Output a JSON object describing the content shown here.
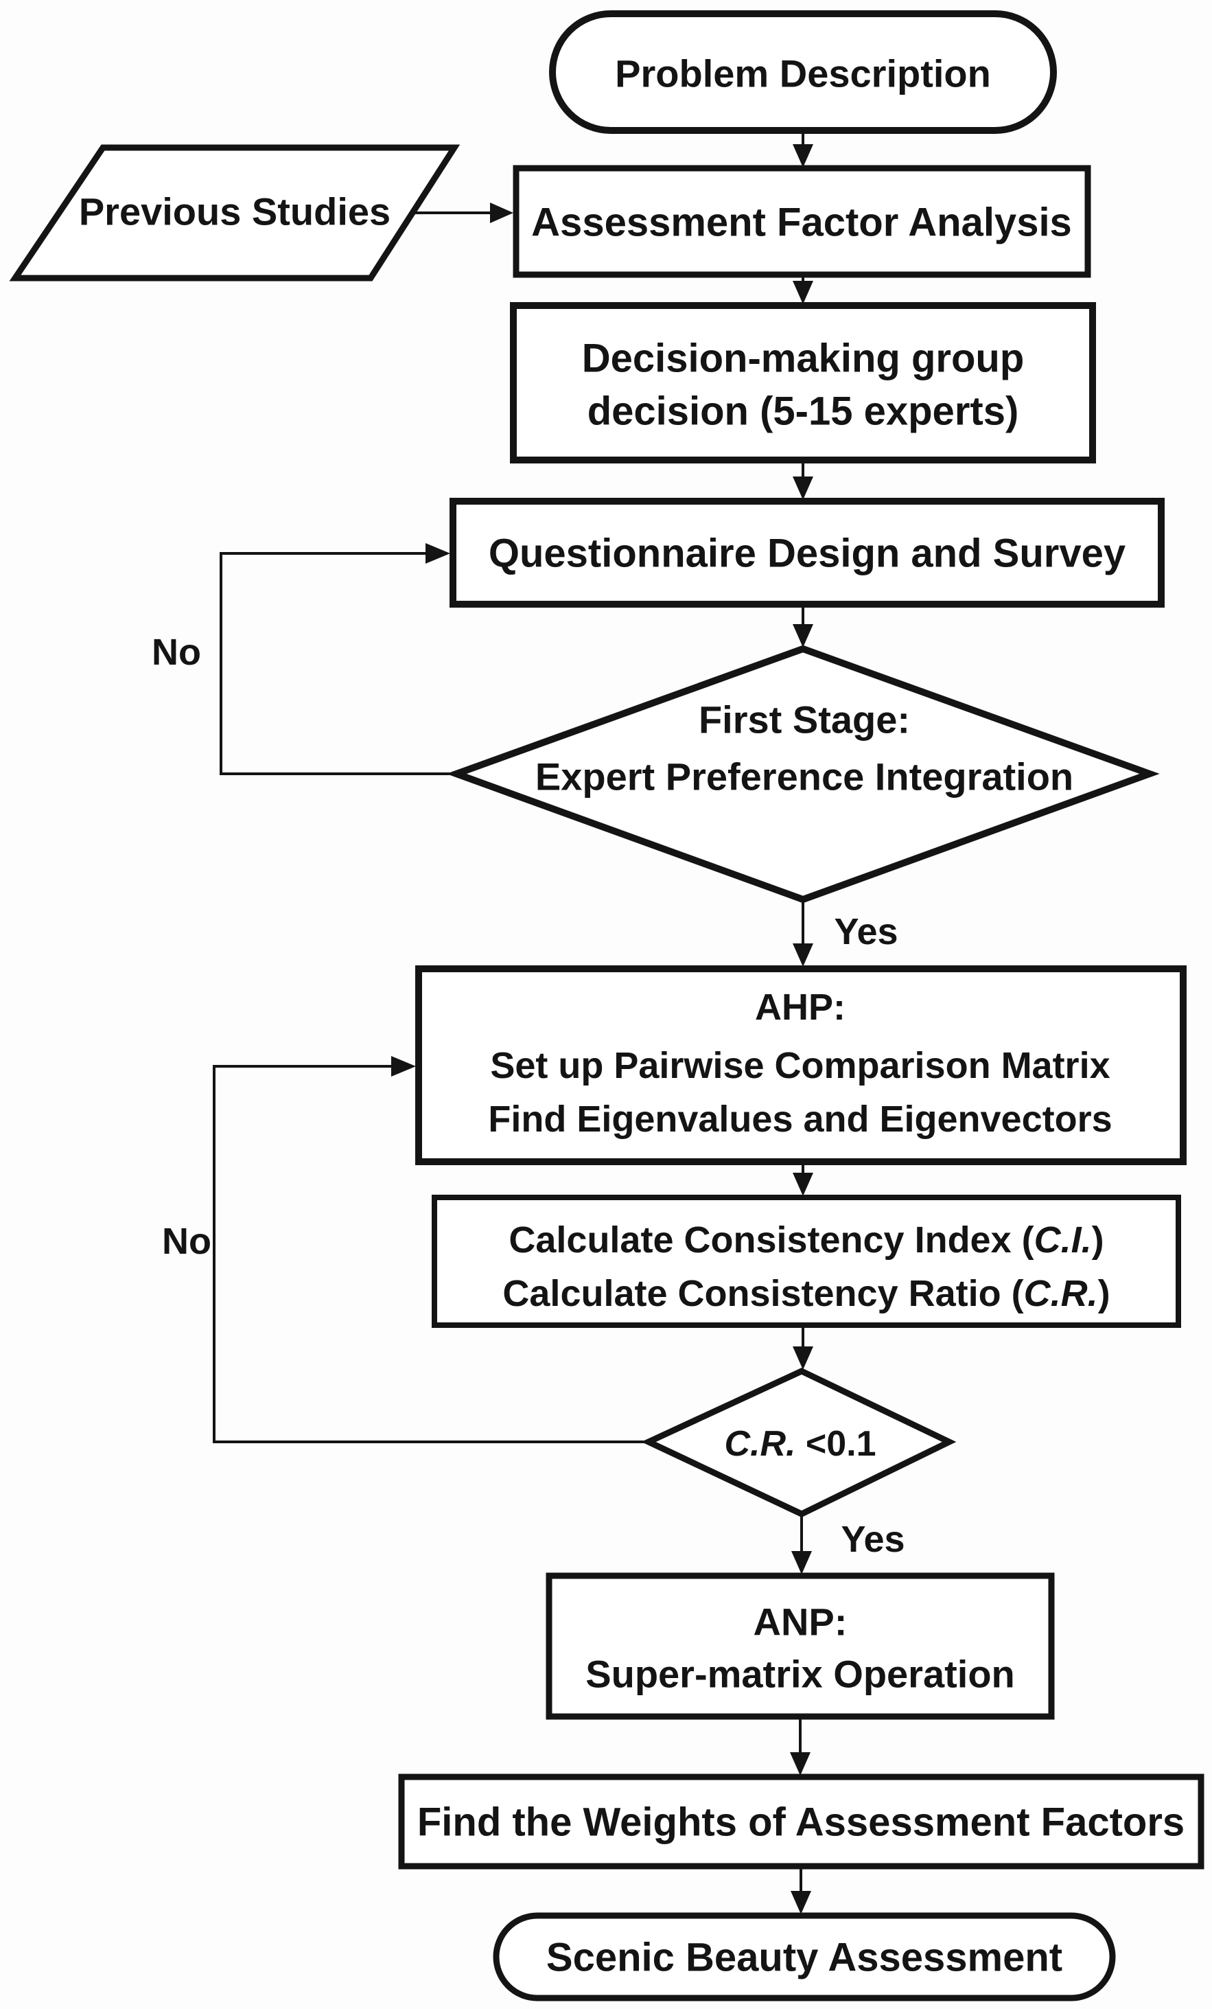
{
  "diagram": {
    "title_semantic": "AHP/ANP scenic beauty assessment flowchart",
    "ink_color": "#141414",
    "background_color": "#fdfdfd",
    "nodes": {
      "problem": {
        "shape": "terminator",
        "label": "Problem Description"
      },
      "previous_studies": {
        "shape": "parallelogram",
        "label": "Previous Studies"
      },
      "assessment_factor": {
        "shape": "process",
        "label": "Assessment Factor Analysis"
      },
      "decision_group": {
        "shape": "process",
        "line1": "Decision-making group",
        "line2": "decision (5-15 experts)"
      },
      "questionnaire": {
        "shape": "process",
        "label": "Questionnaire Design and Survey"
      },
      "first_stage": {
        "shape": "decision",
        "line1": "First Stage:",
        "line2": "Expert Preference Integration"
      },
      "ahp": {
        "shape": "process",
        "line1": "AHP:",
        "line2": "Set up Pairwise Comparison Matrix",
        "line3": "Find Eigenvalues and Eigenvectors"
      },
      "consistency": {
        "shape": "process",
        "line1_pre": "Calculate Consistency Index (",
        "line1_italic": "C.I.",
        "line1_post": ")",
        "line2_pre": "Calculate Consistency Ratio (",
        "line2_italic": "C.R.",
        "line2_post": ")"
      },
      "cr_check": {
        "shape": "decision",
        "italic": "C.R.",
        "rest": " <0.1"
      },
      "anp": {
        "shape": "process",
        "line1": "ANP:",
        "line2": "Super-matrix Operation"
      },
      "weights": {
        "shape": "process",
        "label": "Find the Weights of Assessment Factors"
      },
      "scenic": {
        "shape": "terminator",
        "label": "Scenic Beauty Assessment"
      }
    },
    "edge_labels": {
      "no_first_stage": "No",
      "yes_first_stage": "Yes",
      "no_cr": "No",
      "yes_cr": "Yes"
    }
  }
}
